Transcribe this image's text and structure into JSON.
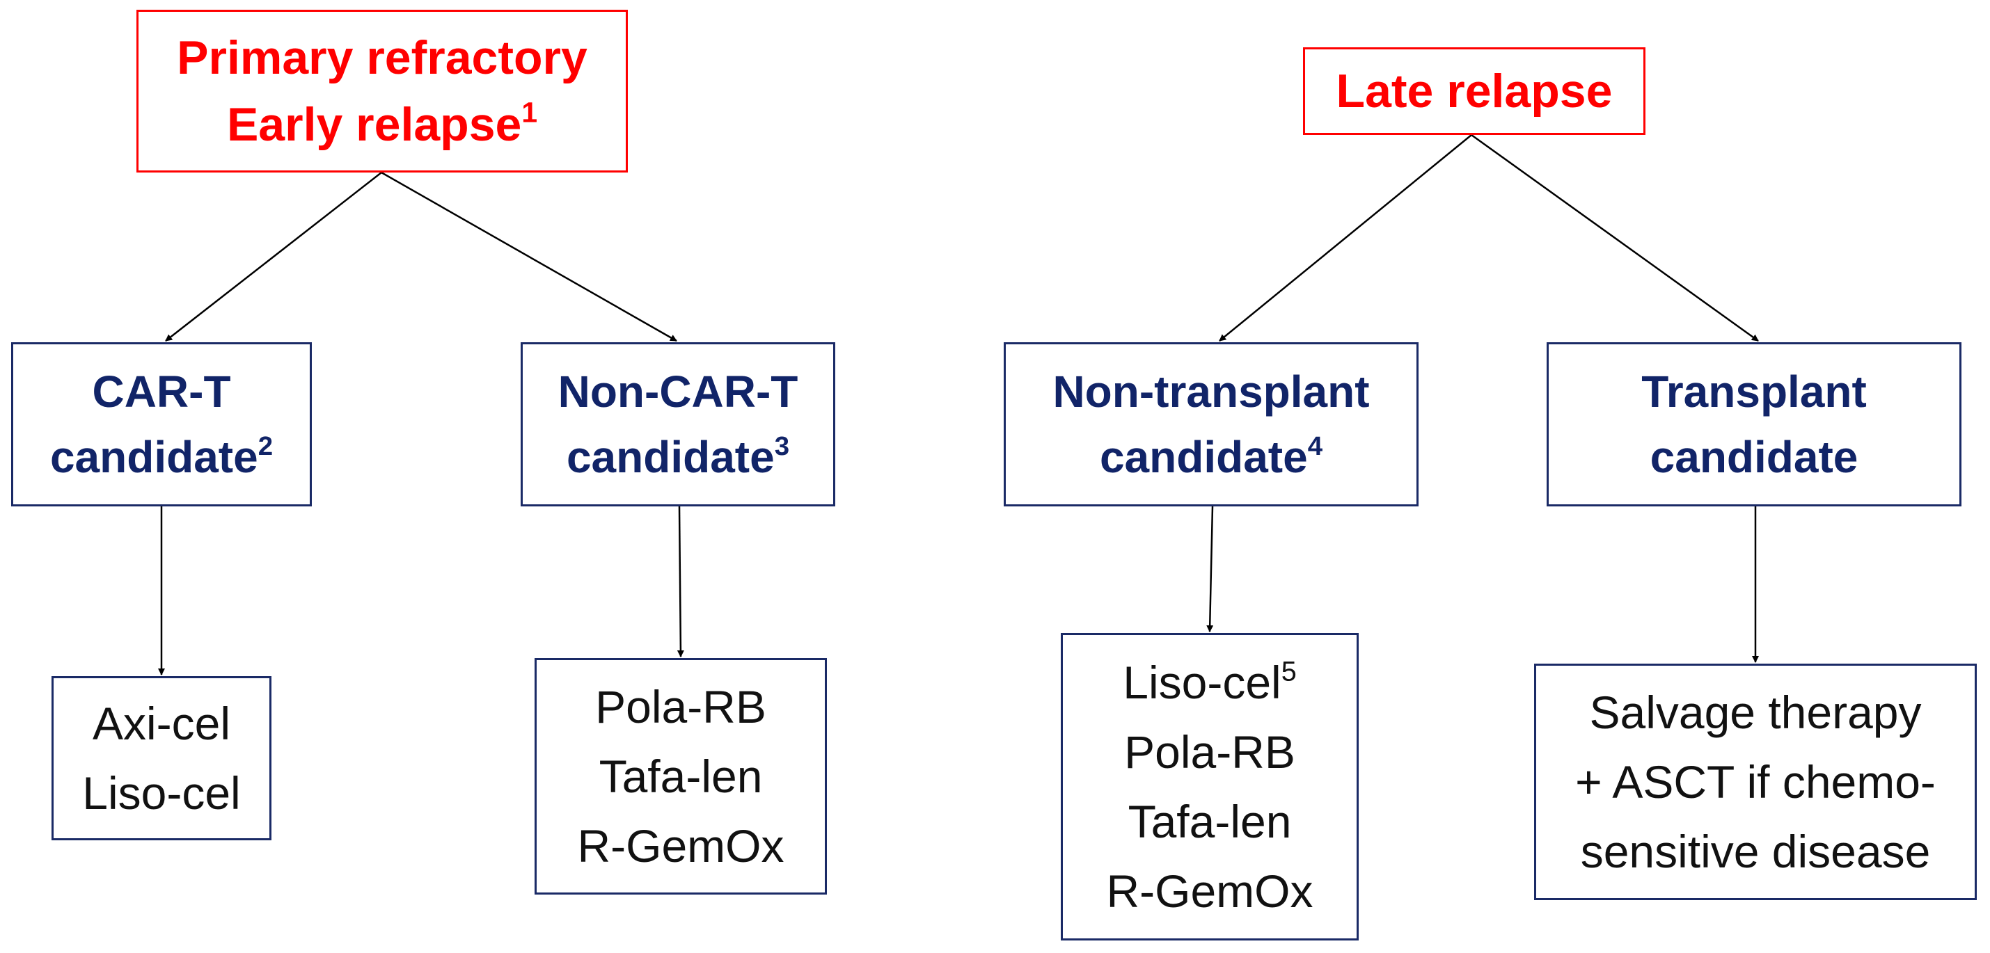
{
  "groups": {
    "early": {
      "header": {
        "line1": "Primary refractory",
        "line2": "Early relapse",
        "sup": "1"
      },
      "car_t": {
        "line1": "CAR-T",
        "line2": "candidate",
        "sup": "2"
      },
      "non_car_t": {
        "line1": "Non-CAR-T",
        "line2": "candidate",
        "sup": "3"
      },
      "car_t_options": [
        "Axi-cel",
        "Liso-cel"
      ],
      "non_car_t_options": [
        "Pola-RB",
        "Tafa-len",
        "R-GemOx"
      ]
    },
    "late": {
      "header": {
        "line1": "Late relapse"
      },
      "non_transplant": {
        "line1": "Non-transplant",
        "line2": "candidate",
        "sup": "4"
      },
      "transplant": {
        "line1": "Transplant",
        "line2": "candidate"
      },
      "non_transplant_options": {
        "first": "Liso-cel",
        "first_sup": "5",
        "rest": [
          "Pola-RB",
          "Tafa-len",
          "R-GemOx"
        ]
      },
      "transplant_options": [
        "Salvage therapy",
        "+ ASCT if chemo-",
        "sensitive disease"
      ]
    }
  },
  "colors": {
    "header": "#ff0000",
    "decision": "#112468",
    "border": "#1a2a66",
    "arrow": "#000000"
  }
}
